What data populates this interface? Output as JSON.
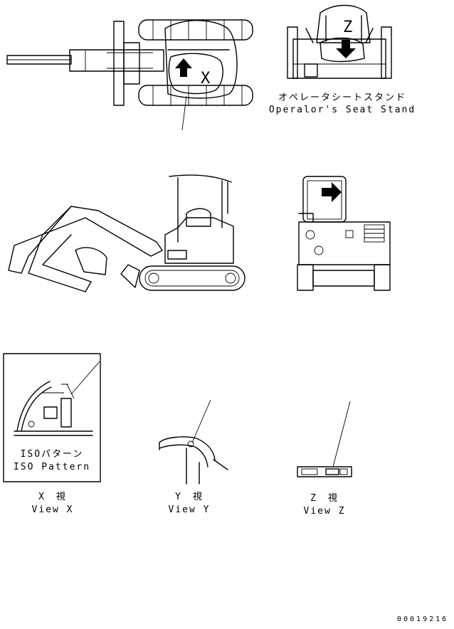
{
  "labels": {
    "seat_stand_jp": "オペレータシートスタンド",
    "seat_stand_en": "Operalor's Seat Stand",
    "marker_x": "X",
    "marker_z": "Z",
    "iso_jp": "ISOパターン",
    "iso_en": "ISO Pattern",
    "view_x_jp": "X　視",
    "view_x_en": "View X",
    "view_y_jp": "Y　視",
    "view_y_en": "View Y",
    "view_z_jp": "Z　視",
    "view_z_en": "View Z",
    "drawing_number": "00019216"
  },
  "colors": {
    "line": "#000000",
    "background": "#ffffff"
  },
  "icons": [
    "arrow-up-icon",
    "arrow-down-icon",
    "arrow-right-icon"
  ]
}
